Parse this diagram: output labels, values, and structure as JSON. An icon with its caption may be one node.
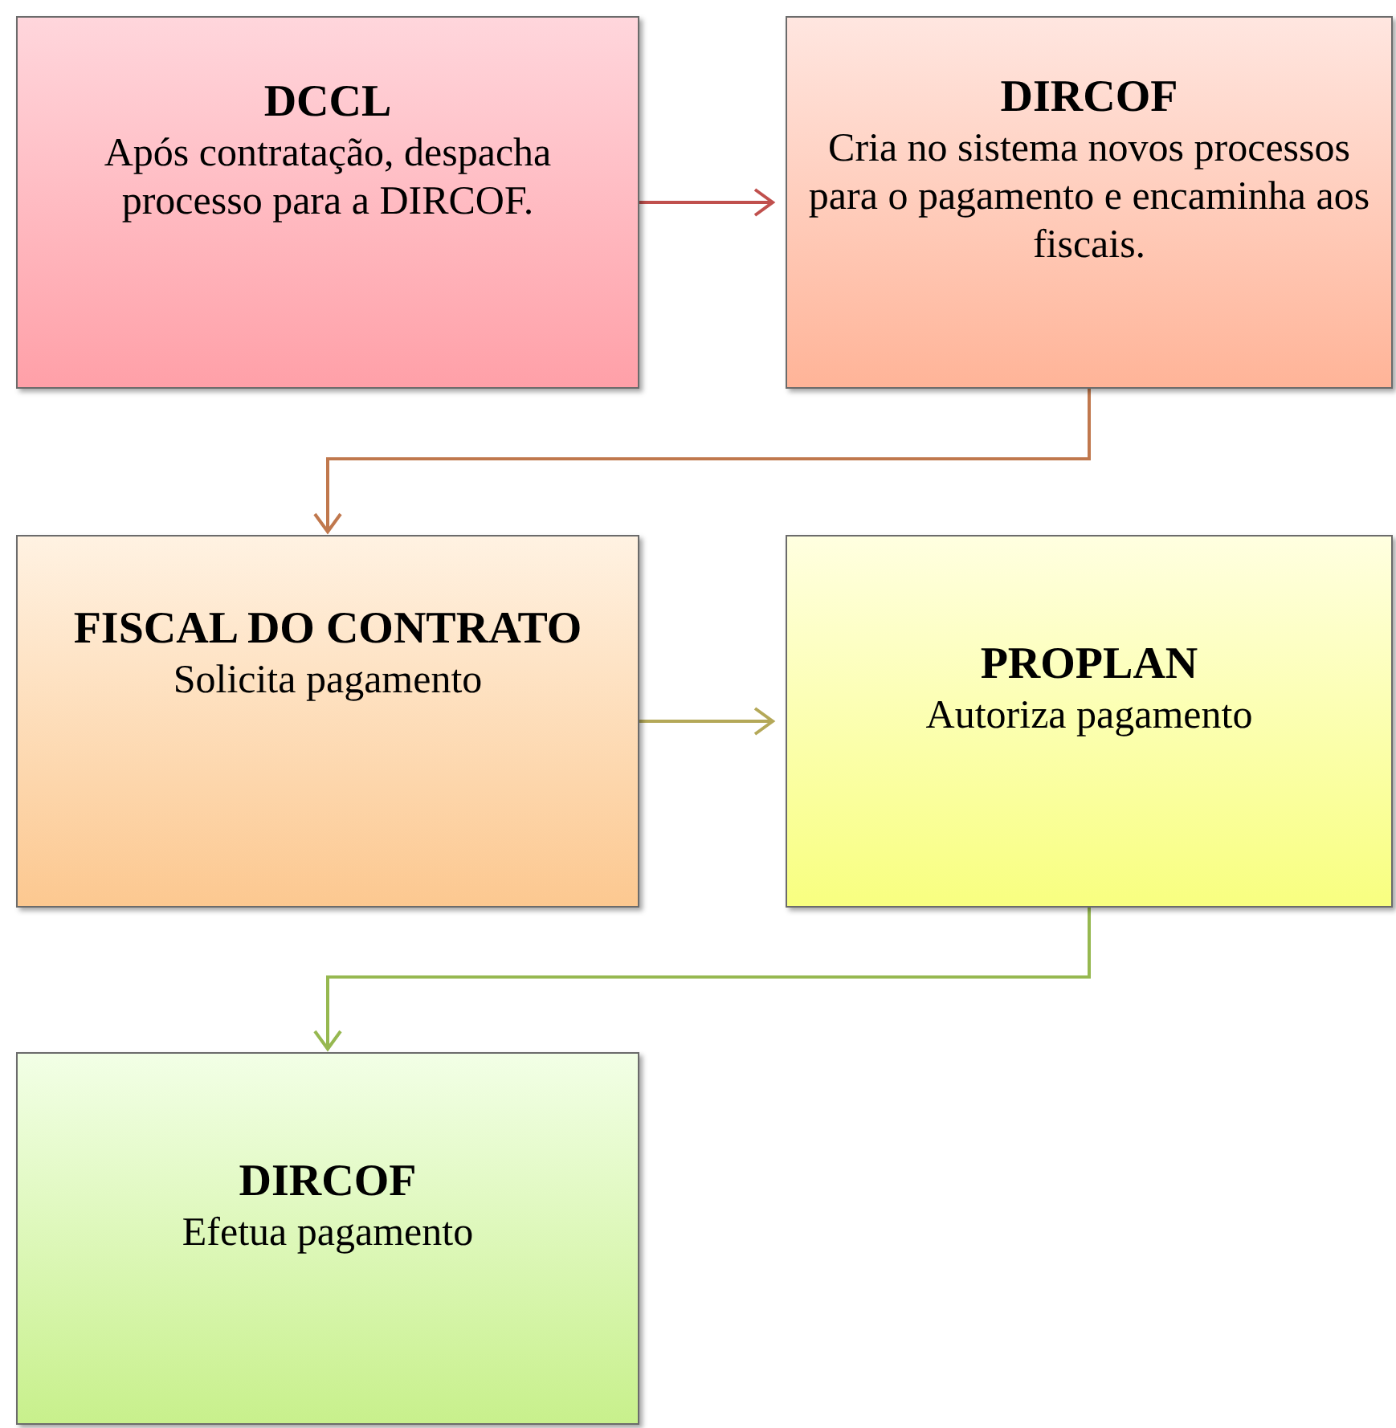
{
  "diagram": {
    "nodes": [
      {
        "text": [
          "DCCL",
          "Após contratação, despacha processo para a DIRCOF."
        ]
      },
      {
        "text": [
          "DIRCOF",
          "Cria no sistema novos processos para o pagamento e encaminha aos fiscais."
        ]
      },
      {
        "text": [
          "FISCAL DO CONTRATO",
          "Solicita pagamento"
        ]
      },
      {
        "text": [
          "PROPLAN",
          "Autoriza pagamento"
        ]
      },
      {
        "text": [
          "DIRCOF",
          "Efetua pagamento"
        ]
      }
    ],
    "edges": [
      {
        "from": 0,
        "to": 1,
        "arrow": "to",
        "color": "#c0504d"
      },
      {
        "from": 1,
        "to": 2,
        "arrow": "to",
        "color": "#c0784d"
      },
      {
        "from": 2,
        "to": 3,
        "arrow": "to",
        "color": "#b4a858"
      },
      {
        "from": 3,
        "to": 4,
        "arrow": "to",
        "color": "#96b850"
      }
    ]
  }
}
